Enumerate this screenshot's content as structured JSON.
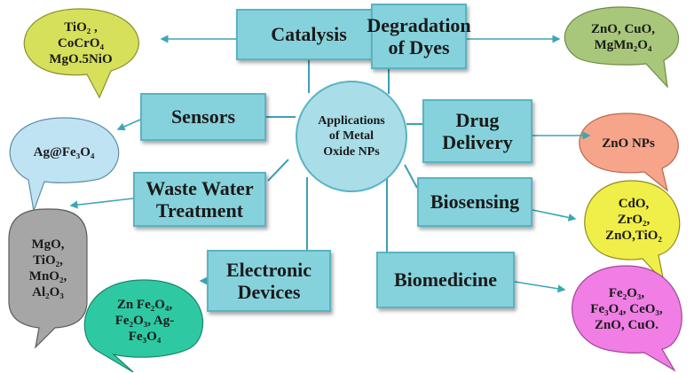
{
  "center": {
    "line1": "Applications",
    "line2": "of Metal",
    "line3": "Oxide NPs"
  },
  "applications": {
    "catalysis": "Catalysis",
    "degradation_of_dyes": "Degradation\nof Dyes",
    "sensors": "Sensors",
    "drug_delivery": "Drug\nDelivery",
    "waste_water_treatment": "Waste Water\nTreatment",
    "biosensing": "Biosensing",
    "electronic_devices": "Electronic\nDevices",
    "biomedicine": "Biomedicine"
  },
  "materials": {
    "catalysis": "TiO₂ ,\nCoCrO₄\nMgO.5NiO",
    "degradation_of_dyes": "ZnO, CuO,\nMgMn₂O₄",
    "sensors": "Ag@Fe₃O₄",
    "drug_delivery": "ZnO NPs",
    "waste_water_treatment": "MgO,\nTiO₂,\nMnO₂,\nAl₂O₃",
    "biosensing": "CdO,\nZrO₂,\nZnO,TiO₂",
    "electronic_devices": "Zn Fe₂O₄,\nFe₂O₃, Ag-\nFe₃O₄",
    "biomedicine": "Fe₂O₃,\nFe₃O₄, CeO₃,\nZnO, CuO."
  },
  "colors": {
    "box_fill": "#86d2dc",
    "box_border": "#5ab3c3",
    "center_fill": "#a9dde8",
    "connector": "#3d9fb2",
    "arrow": "#3aa6b6",
    "bubble_catalysis": "#d6e05a",
    "bubble_dyes": "#a9c77a",
    "bubble_sensors": "#bfe3f3",
    "bubble_drug": "#f6a58a",
    "bubble_waste": "#a6a6a6",
    "bubble_biosensing": "#f0ee48",
    "bubble_electronic": "#2ec9a2",
    "bubble_biomedicine": "#f07ee4"
  }
}
